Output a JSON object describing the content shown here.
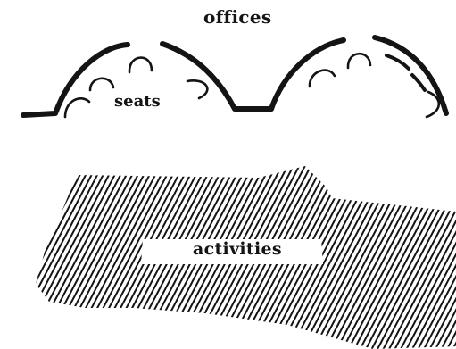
{
  "labels": {
    "offices": "offices",
    "seats": "seats",
    "activities": "activities"
  },
  "colors": {
    "ink": "#141414",
    "paper": "#ffffff"
  }
}
